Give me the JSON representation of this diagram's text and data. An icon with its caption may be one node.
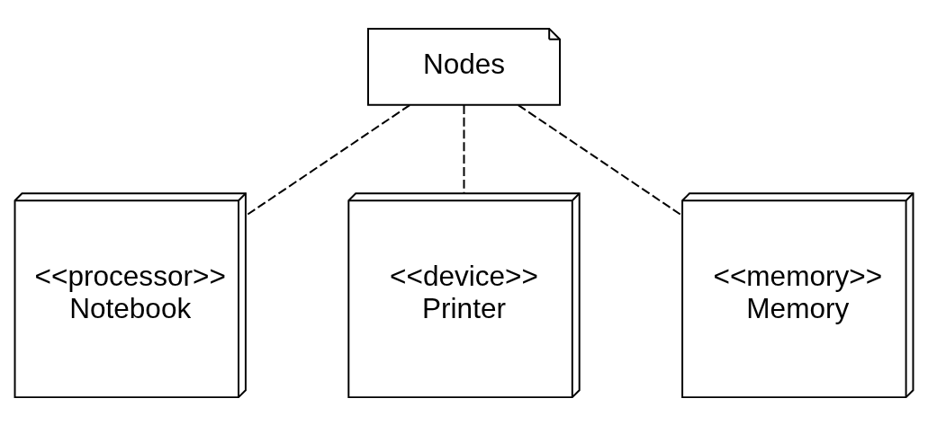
{
  "diagram": {
    "nodes": [
      {
        "text": [
          "Nodes"
        ]
      },
      {
        "text": [
          "<<processor>>",
          "Notebook"
        ]
      },
      {
        "text": [
          "<<device>>",
          "Printer"
        ]
      },
      {
        "text": [
          "<<memory>>",
          "Memory"
        ]
      }
    ],
    "edges": [
      {
        "from": 0,
        "to": 1,
        "arrow": "none",
        "style": "dashed"
      },
      {
        "from": 0,
        "to": 2,
        "arrow": "none",
        "style": "dashed"
      },
      {
        "from": 0,
        "to": 3,
        "arrow": "none",
        "style": "dashed"
      }
    ]
  }
}
